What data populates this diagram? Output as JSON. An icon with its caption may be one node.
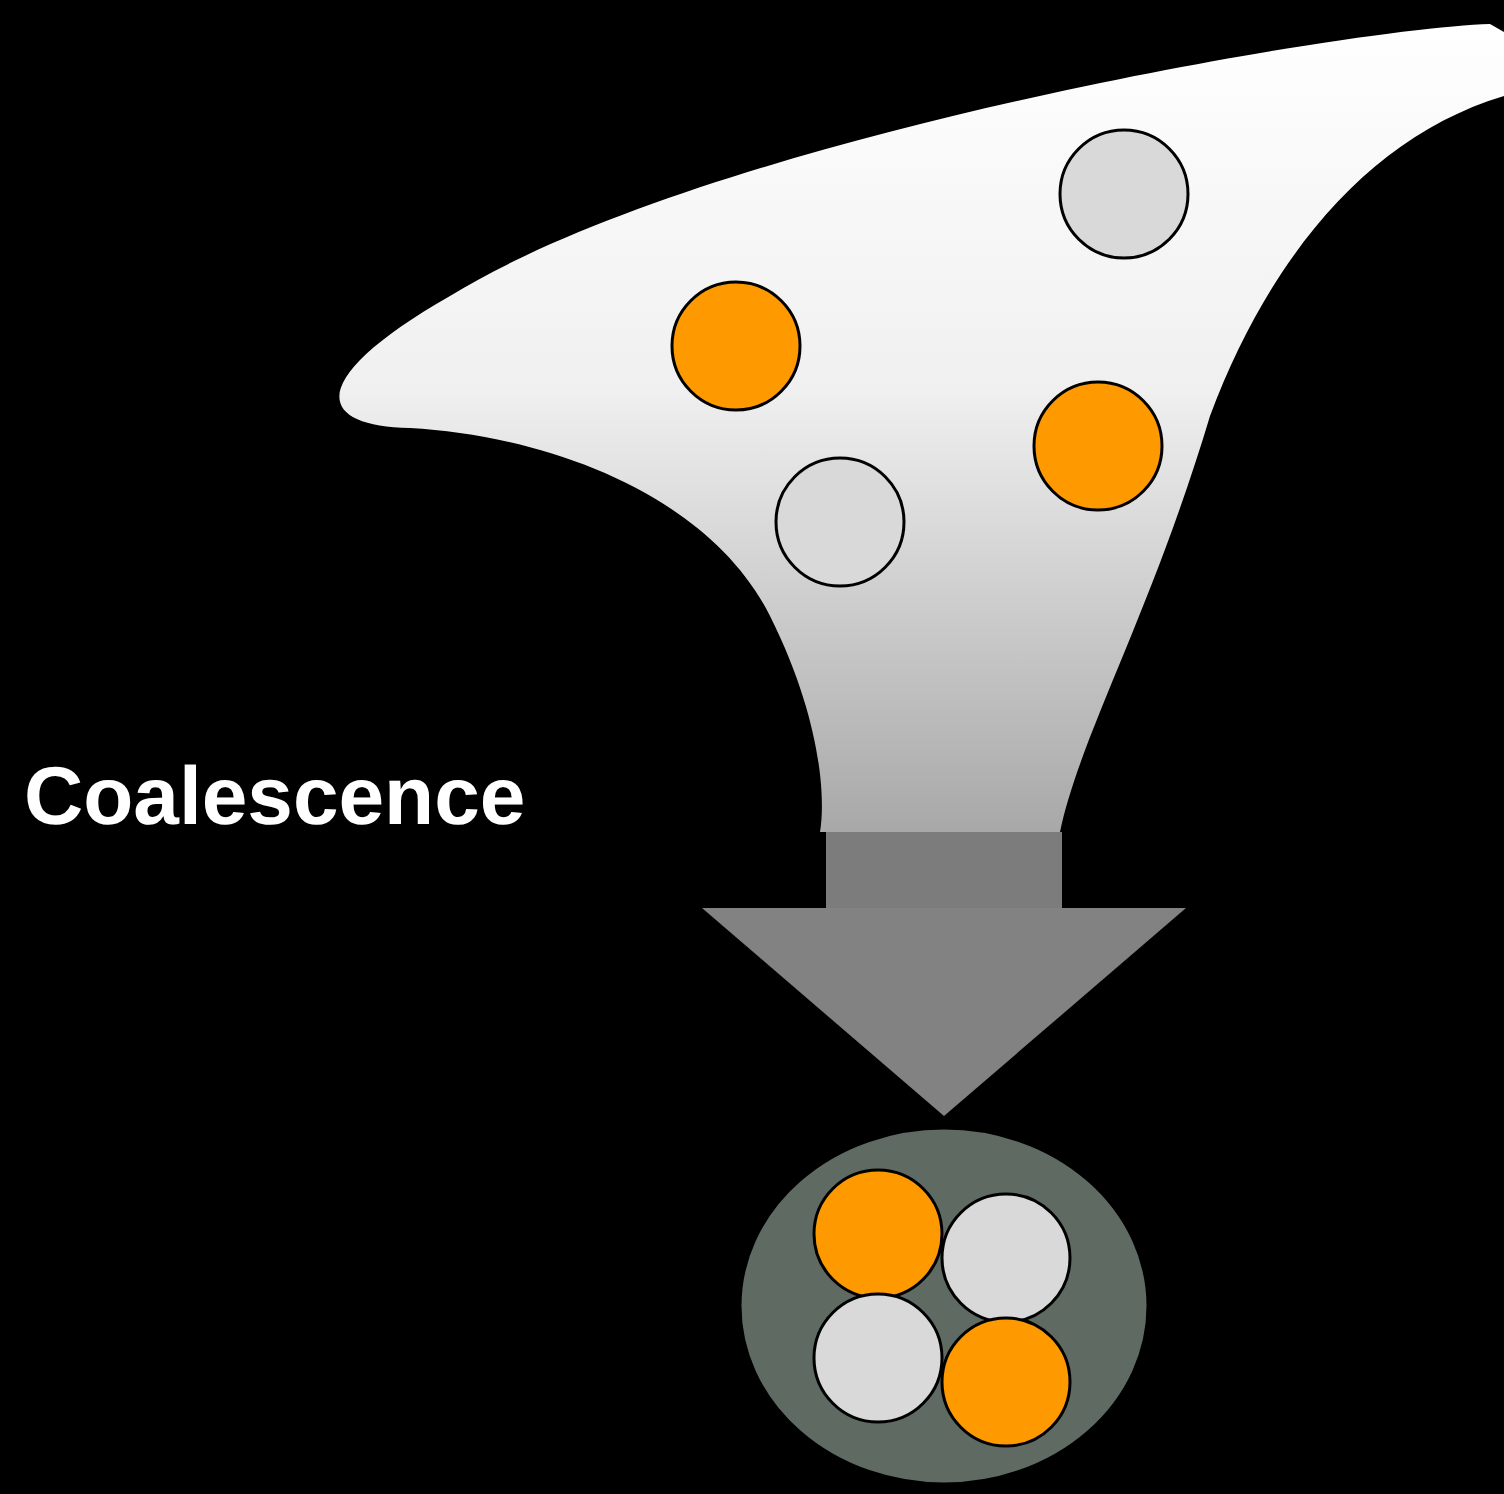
{
  "diagram": {
    "nodes": [
      {
        "text": [],
        "shape": "funnel"
      },
      {
        "text": [],
        "shape": "circle"
      }
    ],
    "edges": [
      {
        "from": 0,
        "to": 1,
        "arrow": "to"
      }
    ],
    "labels": [
      "Coalescence"
    ]
  }
}
